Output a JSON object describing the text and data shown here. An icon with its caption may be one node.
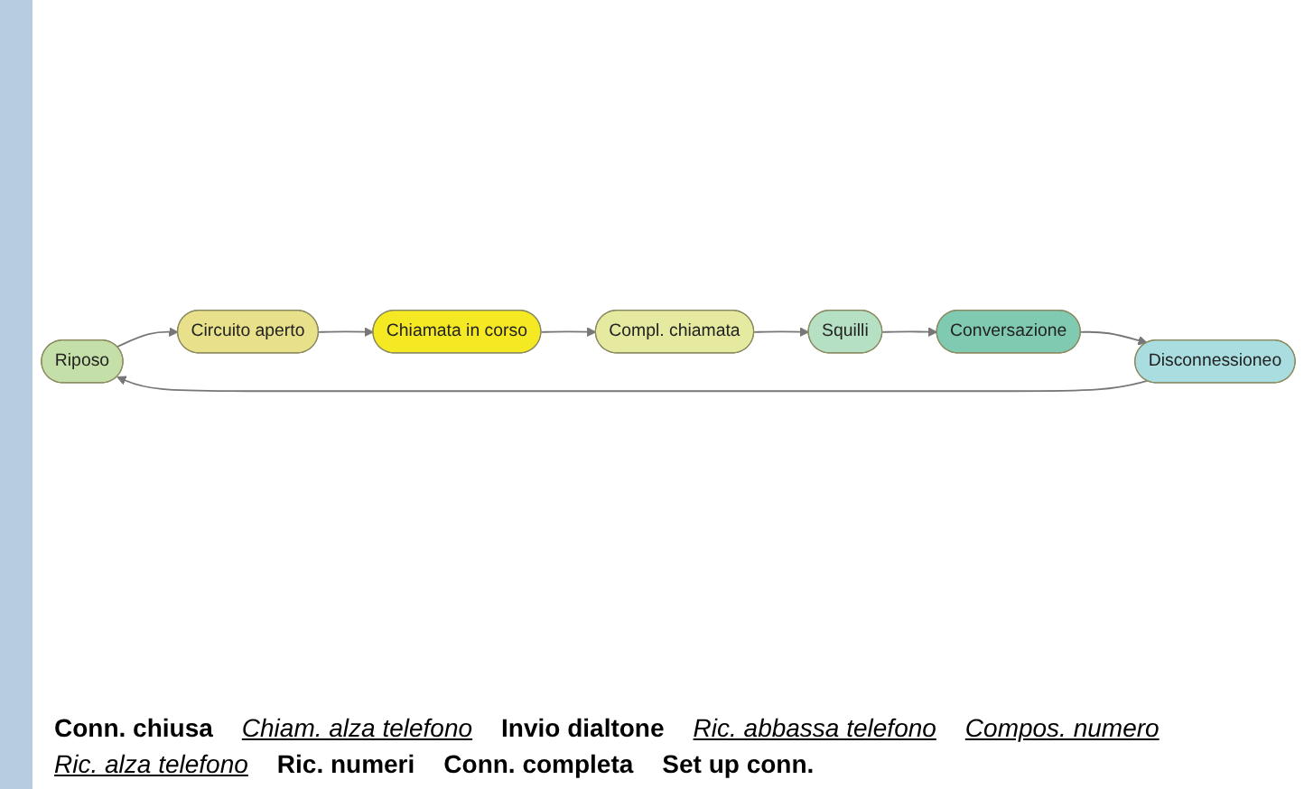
{
  "diagram": {
    "nodes": [
      {
        "text": [
          "Riposo"
        ]
      },
      {
        "text": [
          "Disconnessioneo"
        ]
      },
      {
        "text": [
          "Circuito aperto"
        ]
      },
      {
        "text": [
          "Conversazione"
        ]
      },
      {
        "text": [
          "Squilli"
        ]
      },
      {
        "text": [
          "Chiamata in corso"
        ]
      },
      {
        "text": [
          "Compl. chiamata"
        ]
      }
    ],
    "edges": [
      {
        "from": 1,
        "to": 0,
        "arrow": "to"
      },
      {
        "from": 0,
        "to": 2,
        "arrow": "to"
      },
      {
        "from": 2,
        "to": 5,
        "arrow": "to"
      },
      {
        "from": 5,
        "to": 6,
        "arrow": "to"
      },
      {
        "from": 6,
        "to": 4,
        "arrow": "to"
      },
      {
        "from": 4,
        "to": 3,
        "arrow": "to"
      },
      {
        "from": 3,
        "to": 1,
        "arrow": "to"
      }
    ],
    "labels": [
      "Conn. chiusa",
      "Chiam. alza telefono",
      "Invio dialtone",
      "Ric. abbassa telefono",
      "Compos. numero",
      "Ric. alza telefono",
      "Ric. numeri",
      "Conn. completa",
      "Set up conn."
    ]
  }
}
